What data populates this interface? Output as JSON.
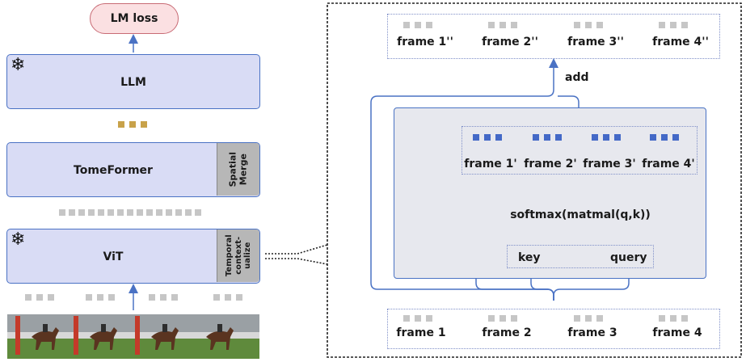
{
  "left_pipeline": {
    "lm_loss_label": "LM loss",
    "llm_label": "LLM",
    "tomeformer_label": "TomeFormer",
    "spatial_merge_label": "Spatial Merge",
    "vit_label": "ViT",
    "temporal_contextualize_label": "Temporal context-ualize",
    "frozen_icon": "snowflake-icon"
  },
  "detail": {
    "output_frames": [
      "frame 1''",
      "frame 2''",
      "frame 3''",
      "frame 4''"
    ],
    "add_label": "add",
    "intermediate_frames": [
      "frame 1'",
      "frame 2'",
      "frame 3'",
      "frame 4'"
    ],
    "softmax_label": "softmax(matmal(q,k))",
    "key_label": "key",
    "query_label": "query",
    "input_frames": [
      "frame 1",
      "frame 2",
      "frame 3",
      "frame 4"
    ]
  },
  "colors": {
    "block_fill": "#d9dcf5",
    "block_border": "#4a72c4",
    "side_box_fill": "#b7b7b7",
    "loss_fill": "#fbe0e2",
    "loss_border": "#c86b75",
    "token_gray": "#c6c6c6",
    "token_gold": "#c8a24a",
    "token_blue": "#4469c7",
    "inner_fill": "#e7e8ee",
    "arrow": "#4a72c4"
  }
}
